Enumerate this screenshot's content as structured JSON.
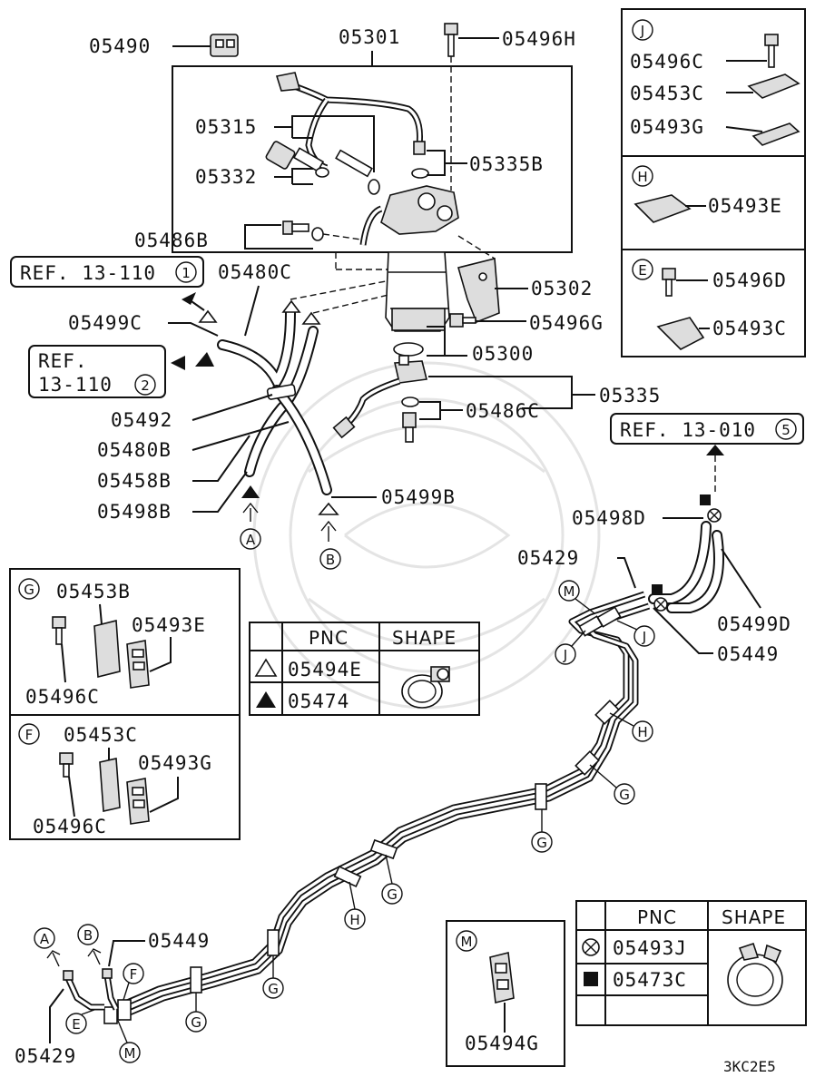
{
  "diagram_code": "3KC2E5",
  "parts": {
    "p05490": "05490",
    "p05301": "05301",
    "p05496H": "05496H",
    "p05315": "05315",
    "p05335B": "05335B",
    "p05332": "05332",
    "p05486B": "05486B",
    "p05480C": "05480C",
    "p05302": "05302",
    "p05499C": "05499C",
    "p05496G": "05496G",
    "p05300": "05300",
    "p05335": "05335",
    "p05486C": "05486C",
    "p05492": "05492",
    "p05480B": "05480B",
    "p05458B": "05458B",
    "p05498B": "05498B",
    "p05499B": "05499B",
    "p05498D": "05498D",
    "p05429_top": "05429",
    "p05499D": "05499D",
    "p05449_top": "05449",
    "p05449_bot": "05449",
    "p05429_bot": "05429"
  },
  "refs": {
    "ref1_text": "REF. 13-110",
    "ref1_num": "1",
    "ref2_line1": "REF.",
    "ref2_line2": "13-110",
    "ref2_num": "2",
    "ref3_text": "REF. 13-010",
    "ref3_num": "5"
  },
  "markers": {
    "A": "A",
    "B": "B",
    "E": "E",
    "F": "F",
    "G": "G",
    "H": "H",
    "J": "J",
    "M": "M"
  },
  "inset_J": {
    "label": "J",
    "items": [
      "05496C",
      "05453C",
      "05493G"
    ]
  },
  "inset_H": {
    "label": "H",
    "items": [
      "05493E"
    ]
  },
  "inset_E": {
    "label": "E",
    "items": [
      "05496D",
      "05493C"
    ]
  },
  "inset_G": {
    "label": "G",
    "items": [
      "05453B",
      "05493E",
      "05496C"
    ]
  },
  "inset_F": {
    "label": "F",
    "items": [
      "05453C",
      "05493G",
      "05496C"
    ]
  },
  "inset_M": {
    "label": "M",
    "items": [
      "05494G"
    ]
  },
  "table1": {
    "col_pnc": "PNC",
    "col_shape": "SHAPE",
    "rows": [
      {
        "symbol": "open-triangle",
        "pnc": "05494E"
      },
      {
        "symbol": "filled-triangle",
        "pnc": "05474"
      }
    ]
  },
  "table2": {
    "col_pnc": "PNC",
    "col_shape": "SHAPE",
    "rows": [
      {
        "symbol": "crossed-circle",
        "pnc": "05493J"
      },
      {
        "symbol": "filled-square",
        "pnc": "05473C"
      }
    ]
  }
}
